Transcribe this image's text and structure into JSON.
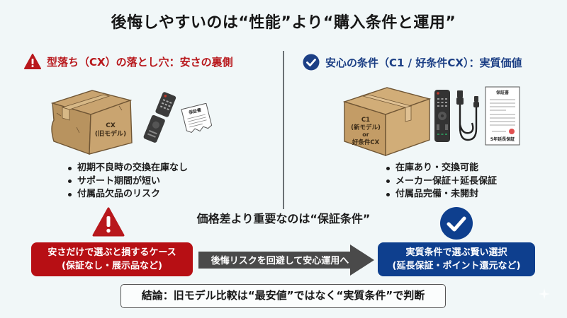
{
  "title": "後悔しやすいのは“性能”より“購入条件と運用”",
  "left": {
    "heading": "型落ち（CX）の落とし穴：安さの裏側",
    "heading_color": "#b8181c",
    "box_label_line1": "CX",
    "box_label_line2": "(旧モデル)",
    "warranty_label": "保証書",
    "bullets": [
      "初期不良時の交換在庫なし",
      "サポート期間が短い",
      "付属品欠品のリスク"
    ]
  },
  "right": {
    "heading": "安心の条件（C1 / 好条件CX）：実質価値",
    "heading_color": "#1c3f85",
    "box_label_line1": "C1",
    "box_label_line2": "(新モデル)",
    "box_label_line3": "or",
    "box_label_line4": "好条件CX",
    "warranty_label": "保証書",
    "warranty_footer": "5年延長保証",
    "bullets": [
      "在庫あり・交換可能",
      "メーカー保証＋延長保証",
      "付属品完備・未開封"
    ]
  },
  "middle": {
    "label": "価格差より重要なのは“保証条件”",
    "bad_box": {
      "line1": "安さだけで選ぶと損するケース",
      "line2": "(保証なし・展示品など)",
      "color": "#b70f14"
    },
    "arrow_label": "後悔リスクを回避して安心運用へ",
    "arrow_color": "#4a4a4a",
    "good_box": {
      "line1": "実質条件で選ぶ賢い選択",
      "line2": "(延長保証・ポイント還元など)",
      "color": "#0e3f8e"
    }
  },
  "conclusion": "結論：旧モデル比較は“最安値”ではなく“実質条件”で判断"
}
